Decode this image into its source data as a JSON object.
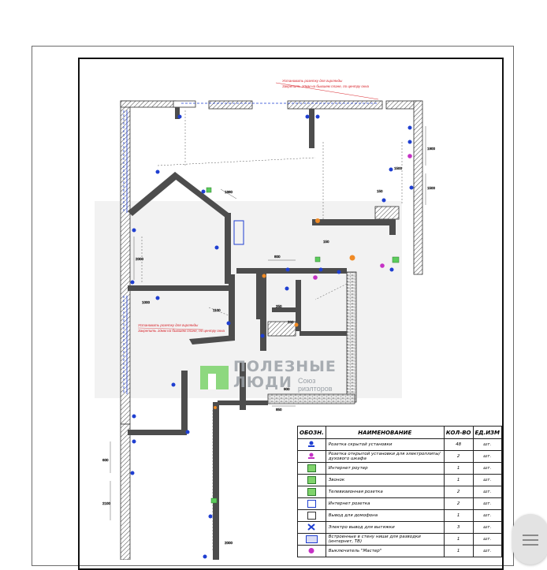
{
  "plan": {
    "dimensions": [
      "150",
      "2000",
      "150",
      "1100",
      "1900",
      "1500",
      "800",
      "250",
      "200",
      "900",
      "1880",
      "600",
      "2100",
      "1500",
      "2000",
      "850",
      "1000"
    ],
    "red_notes": [
      "Установить розетку для гирлянды",
      "Закрепить 10мм на бывшем плане, по центру окна"
    ]
  },
  "legend": {
    "headers": {
      "symbol": "ОБОЗН.",
      "name": "НАИМЕНОВАНИЕ",
      "qty": "КОЛ-ВО",
      "unit": "ЕД.ИЗМ"
    },
    "rows": [
      {
        "icon": "blue-socket-icon",
        "name": "Розетка скрытой установки",
        "qty": "48",
        "unit": "шт."
      },
      {
        "icon": "magenta-socket-icon",
        "name": "Розетка открытой установки для электроплиты/духового шкафа",
        "qty": "2",
        "unit": "шт."
      },
      {
        "icon": "router-icon",
        "name": "Интернет роутер",
        "qty": "1",
        "unit": "шт."
      },
      {
        "icon": "doorbell-icon",
        "name": "Звонок",
        "qty": "1",
        "unit": "шт."
      },
      {
        "icon": "tv-socket-icon",
        "name": "Телевизионная розетка",
        "qty": "2",
        "unit": "шт."
      },
      {
        "icon": "internet-socket-icon",
        "name": "Интернет розетка",
        "qty": "2",
        "unit": "шт."
      },
      {
        "icon": "intercom-icon",
        "name": "Вывод для домофона",
        "qty": "1",
        "unit": "шт."
      },
      {
        "icon": "hood-outlet-icon",
        "name": "Электро вывод для вытяжки",
        "qty": "3",
        "unit": "шт."
      },
      {
        "icon": "media-box-icon",
        "name": "Встроенные в стену ниши для разводки (интернет, ТВ)",
        "qty": "1",
        "unit": "шт."
      },
      {
        "icon": "master-switch-icon",
        "name": "Выключатель \"Мастер\"",
        "qty": "1",
        "unit": "шт."
      }
    ]
  },
  "watermark": {
    "line1": "ПОЛЕЗНЫЕ",
    "line2": "ЛЮДИ",
    "sub1": "Союз",
    "sub2": "риэлторов"
  },
  "colors": {
    "wall": "#4d4d4d",
    "blue_device": "#1f3fd1",
    "magenta_device": "#c531c5",
    "green_device": "#5ccc5c",
    "red_note": "#d8232a",
    "orange_device": "#f08a24"
  }
}
